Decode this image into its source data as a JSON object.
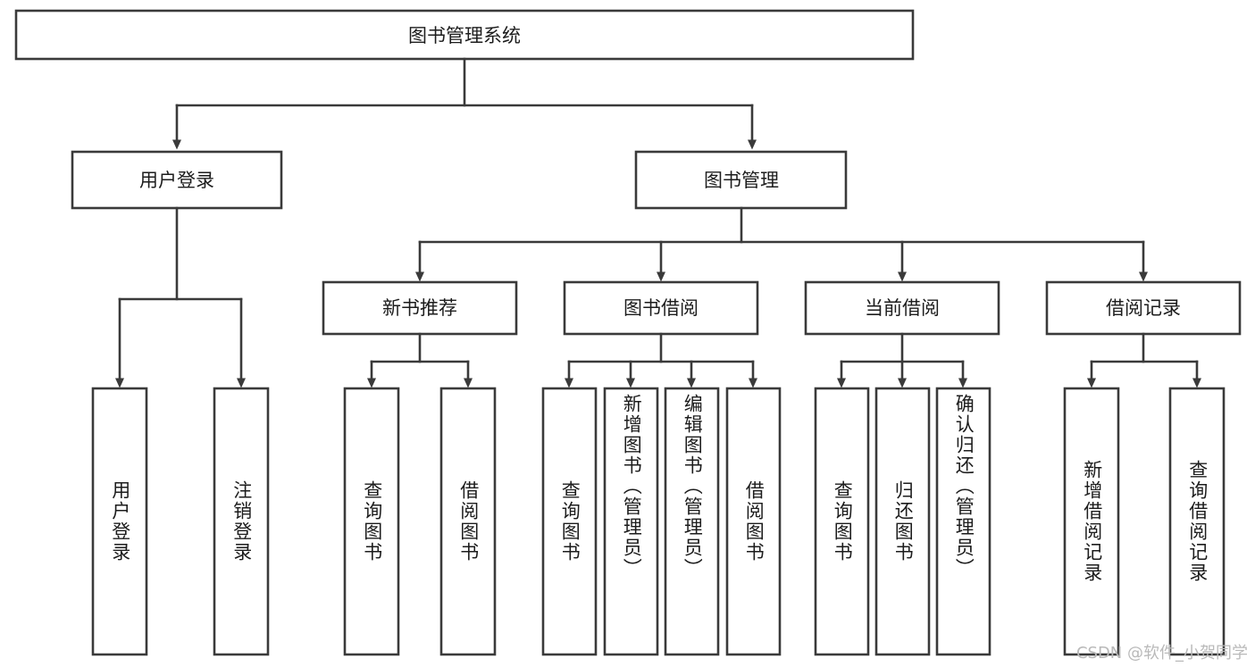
{
  "diagram": {
    "title": "图书管理系统",
    "watermark": "CSDN @软件_小贺同学",
    "colors": {
      "stroke": "#3a3a3a",
      "box_fill": "#ffffff",
      "text": "#1c1c1c",
      "background": "#ffffff",
      "watermark": "#b9b9b9"
    },
    "root": {
      "label": "图书管理系统"
    },
    "level2": [
      {
        "label": "用户登录"
      },
      {
        "label": "图书管理"
      }
    ],
    "level3": [
      {
        "label": "新书推荐"
      },
      {
        "label": "图书借阅"
      },
      {
        "label": "当前借阅"
      },
      {
        "label": "借阅记录"
      }
    ],
    "leaves": {
      "user_login": [
        {
          "label": "用户登录"
        },
        {
          "label": "注销登录"
        }
      ],
      "new_book_recommend": [
        {
          "label": "查询图书"
        },
        {
          "label": "借阅图书"
        }
      ],
      "book_borrow": [
        {
          "label": "查询图书"
        },
        {
          "label": "新增图书（管理员）"
        },
        {
          "label": "编辑图书（管理员）"
        },
        {
          "label": "借阅图书"
        }
      ],
      "current_borrow": [
        {
          "label": "查询图书"
        },
        {
          "label": "归还图书"
        },
        {
          "label": "确认归还（管理员）"
        }
      ],
      "borrow_record": [
        {
          "label": "新增借阅记录"
        },
        {
          "label": "查询借阅记录"
        }
      ]
    }
  }
}
